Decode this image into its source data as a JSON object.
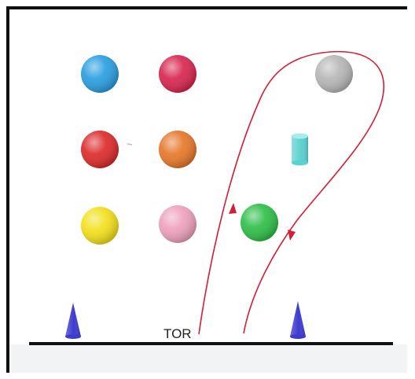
{
  "goal_label": "TOR",
  "balls": [
    {
      "name": "blue-ball",
      "color": "#2a9ee0"
    },
    {
      "name": "crimson-ball",
      "color": "#d8264f"
    },
    {
      "name": "grey-ball",
      "color": "#b7b7b7"
    },
    {
      "name": "red-ball",
      "color": "#dd2b2b"
    },
    {
      "name": "orange-ball",
      "color": "#e6782b"
    },
    {
      "name": "yellow-ball",
      "color": "#f2e01b"
    },
    {
      "name": "pink-ball",
      "color": "#eea1bd"
    },
    {
      "name": "green-ball",
      "color": "#2fbf48"
    }
  ],
  "cylinder": {
    "name": "cyan-cylinder",
    "color": "#5cd1cf"
  },
  "cones": [
    {
      "name": "left-goal-post-cone",
      "color": "#3e3ccf"
    },
    {
      "name": "right-goal-post-cone",
      "color": "#3e3ccf"
    }
  ],
  "path_color": "#d11f36"
}
